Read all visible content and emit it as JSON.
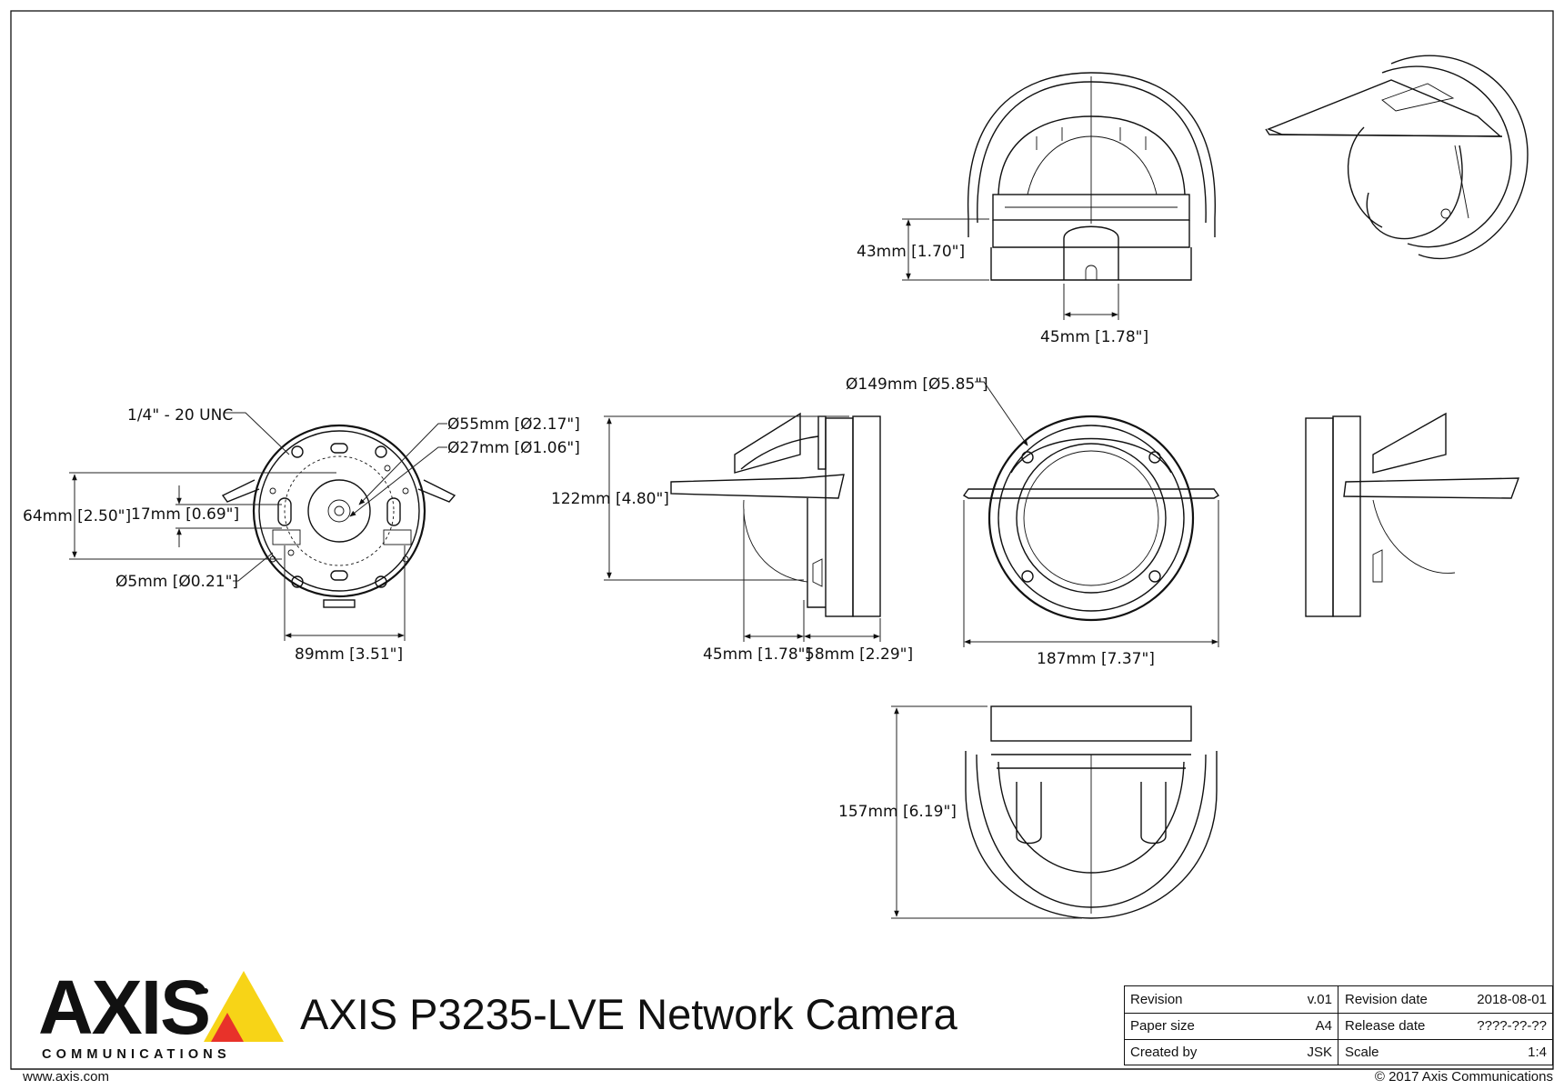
{
  "product_title": "AXIS P3235-LVE Network Camera",
  "logo": {
    "word": "AXIS",
    "sub": "COMMUNICATIONS",
    "accent": "#F7D417",
    "accent_dark": "#E8322A"
  },
  "website": "www.axis.com",
  "copyright": "© 2017 Axis Communications",
  "title_block": {
    "rows": [
      {
        "l1": "Revision",
        "v1": "v.01",
        "l2": "Revision date",
        "v2": "2018-08-01"
      },
      {
        "l1": "Paper size",
        "v1": "A4",
        "l2": "Release date",
        "v2": "????-??-??"
      },
      {
        "l1": "Created by",
        "v1": "JSK",
        "l2": "Scale",
        "v2": "1:4"
      }
    ]
  },
  "dimensions": {
    "top_height": "43mm [1.70\"]",
    "top_width": "45mm [1.78\"]",
    "mount_thread": "1/4\" - 20 UNC",
    "mount_d55": "Ø55mm [Ø2.17\"]",
    "mount_d27": "Ø27mm [Ø1.06\"]",
    "mount_64": "64mm [2.50\"]",
    "mount_17": "17mm [0.69\"]",
    "mount_d5": "Ø5mm [Ø0.21\"]",
    "mount_89": "89mm [3.51\"]",
    "side_122": "122mm [4.80\"]",
    "side_45": "45mm [1.78\"]",
    "side_58": "58mm [2.29\"]",
    "front_d149": "Ø149mm [Ø5.85\"]",
    "front_187": "187mm [7.37\"]",
    "bottom_157": "157mm [6.19\"]"
  }
}
